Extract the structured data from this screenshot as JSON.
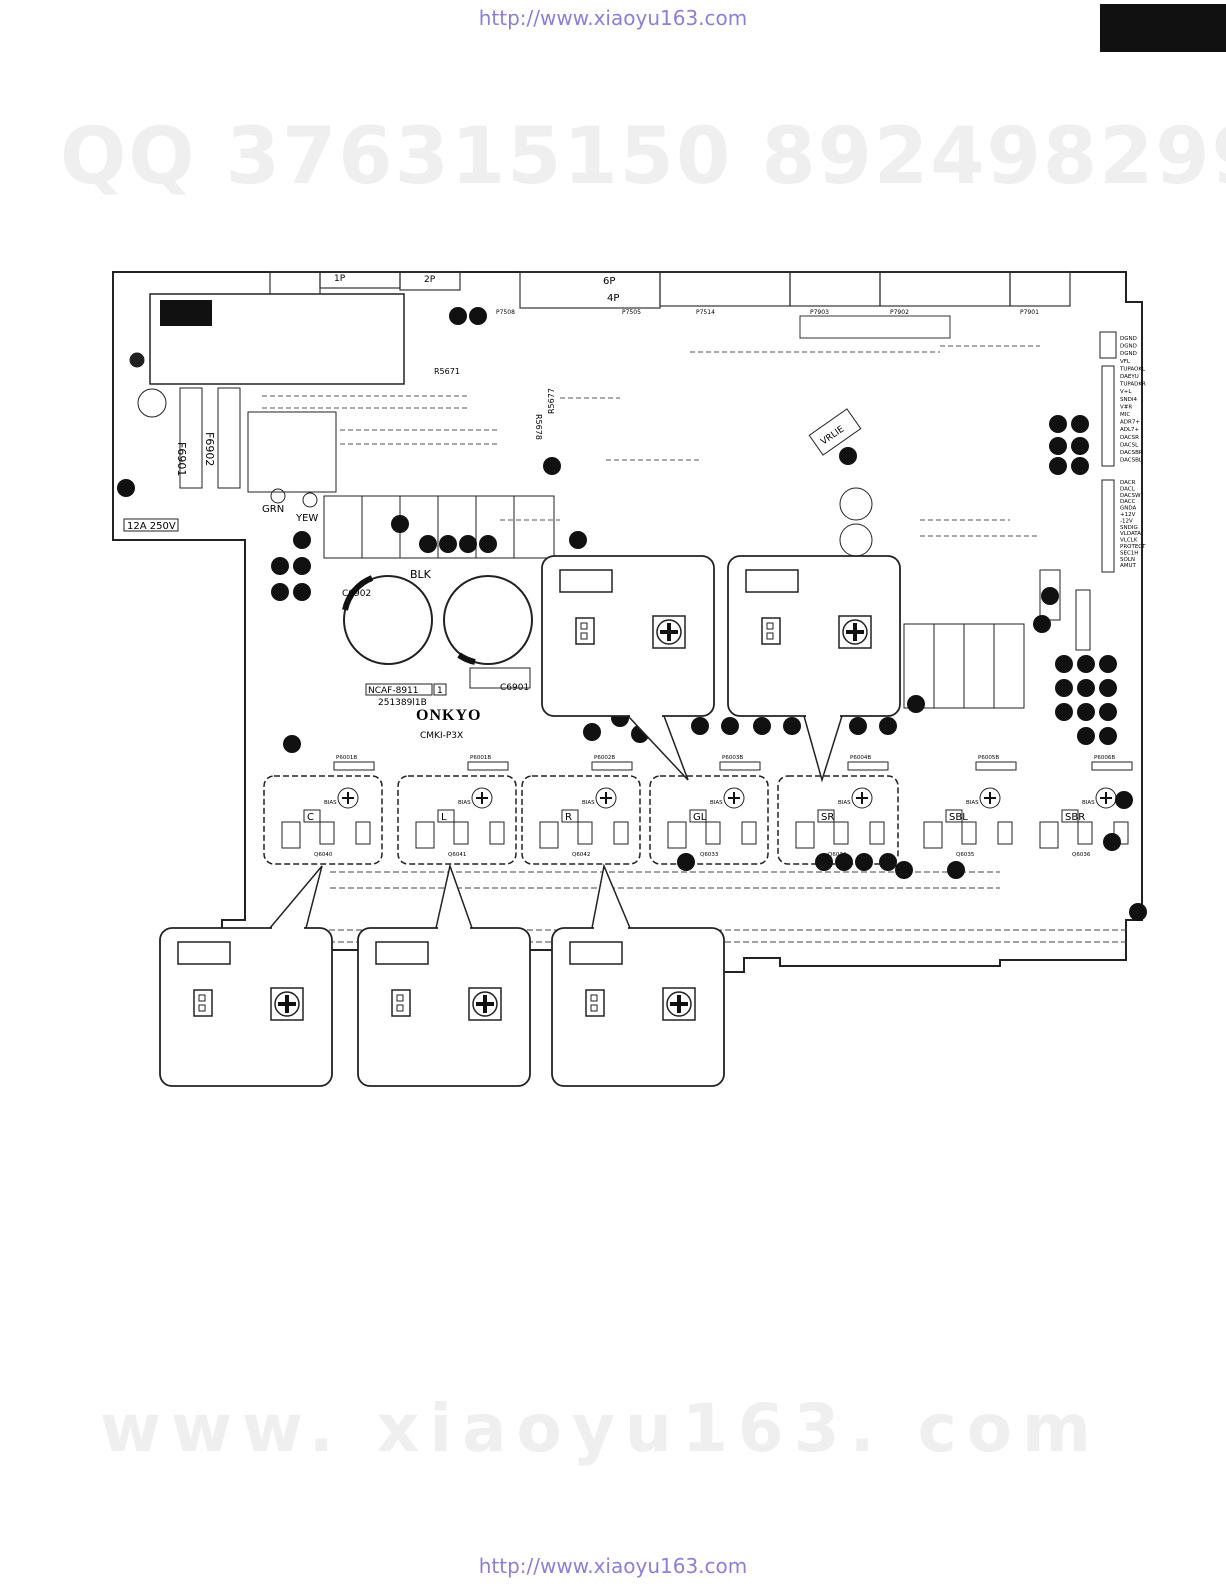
{
  "header": {
    "url": "http://www.xiaoyu163.com"
  },
  "footer": {
    "url": "http://www.xiaoyu163.com"
  },
  "watermarks": {
    "qq": "QQ 376315150  892498299",
    "site": "www. xiaoyu163. com"
  },
  "board": {
    "connector_labels": [
      "1P",
      "2P",
      "6P",
      "4P"
    ],
    "top_connectors": [
      "P7508",
      "P7505",
      "P7514",
      "P7903",
      "P7902",
      "P7901"
    ],
    "fuse_labels": [
      "F6901",
      "F6902"
    ],
    "rating": "12A 250V",
    "wire_labels": {
      "grn": "GRN",
      "yew": "YEW",
      "blk": "BLK"
    },
    "part_number": "NCAF-8911",
    "part_rev": "1",
    "pcb_code": "251389l1B",
    "brand": "ONKYO",
    "board_id": "CMKI-P3X",
    "resistor_labels": [
      "R5671",
      "R5677",
      "R5678"
    ],
    "ic_label": "VRLIE",
    "capacitors": [
      "C6902",
      "C6901"
    ],
    "right_header_pins": [
      "DGND",
      "DGND",
      "DGND",
      "VFL",
      "TUPAOKL",
      "DAEYU",
      "TUPADKR",
      "V+L",
      "SNDI4",
      "V#R",
      "MIC",
      "ADR7+",
      "ADL7+",
      "DACSR",
      "DACSL",
      "DACSBR",
      "DACSBL"
    ],
    "right_header_pins_2": [
      "DACR",
      "DACL",
      "DACSW",
      "DACC",
      "GNDA",
      "+12V",
      "-12V",
      "SNDIG",
      "VLDATA",
      "VLCLK",
      "PROTECT",
      "SEC1H",
      "SOLN",
      "AMUT"
    ],
    "channel_labels": [
      "C",
      "L",
      "R",
      "GL",
      "SR",
      "SBL",
      "SBR"
    ],
    "channel_modules": [
      "P6001B",
      "P6001B",
      "P6002B",
      "P6003B",
      "P6004B",
      "P6005B",
      "P6006B"
    ],
    "bias_label": "BIAS",
    "transistors": [
      "Q6040",
      "Q6041",
      "Q6042",
      "Q6033",
      "Q6034",
      "Q6035",
      "Q6036"
    ]
  },
  "callouts": [
    {
      "id": "callout-top-1"
    },
    {
      "id": "callout-top-2"
    },
    {
      "id": "callout-bottom-1"
    },
    {
      "id": "callout-bottom-2"
    },
    {
      "id": "callout-bottom-3"
    }
  ]
}
